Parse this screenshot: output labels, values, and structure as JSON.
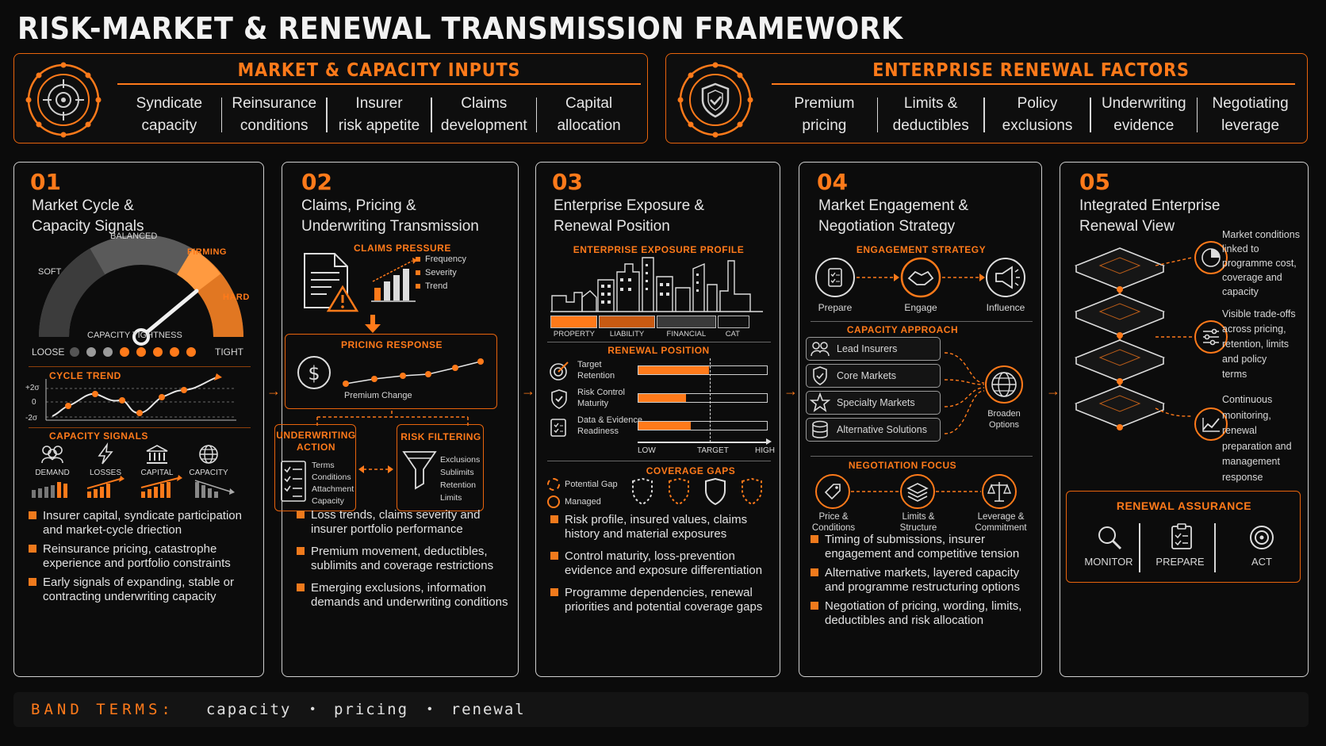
{
  "title": "RISK-MARKET & RENEWAL TRANSMISSION FRAMEWORK",
  "colors": {
    "accent": "#ff7a1a",
    "background": "#0b0b0b",
    "panel_border": "#cfcfcf"
  },
  "top_left": {
    "header": "MARKET & CAPACITY INPUTS",
    "icon": "target-icon",
    "items": [
      [
        "Syndicate",
        "capacity"
      ],
      [
        "Reinsurance",
        "conditions"
      ],
      [
        "Insurer",
        "risk appetite"
      ],
      [
        "Claims",
        "development"
      ],
      [
        "Capital",
        "allocation"
      ]
    ]
  },
  "top_right": {
    "header": "ENTERPRISE RENEWAL FACTORS",
    "icon": "shield-icon",
    "items": [
      [
        "Premium",
        "pricing"
      ],
      [
        "Limits &",
        "deductibles"
      ],
      [
        "Policy",
        "exclusions"
      ],
      [
        "Underwriting",
        "evidence"
      ],
      [
        "Negotiating",
        "leverage"
      ]
    ]
  },
  "panel1": {
    "num": "01",
    "title": [
      "Market Cycle &",
      "Capacity Signals"
    ],
    "gauge": {
      "soft": "SOFT",
      "balanced": "BALANCED",
      "firming": "FIRMING",
      "hard": "HARD",
      "caption": "CAPACITY TIGHTNESS",
      "loose": "LOOSE",
      "tight": "TIGHT",
      "dots_total": 8,
      "dots_active": 5
    },
    "cycle_trend": {
      "label": "CYCLE TREND",
      "y_top": "+2σ",
      "y_mid": "0",
      "y_bot": "-2σ"
    },
    "signals_label": "CAPACITY SIGNALS",
    "signals": [
      "DEMAND",
      "LOSSES",
      "CAPITAL",
      "CAPACITY"
    ],
    "bullets": [
      "Insurer capital, syndicate participation and market-cycle driection",
      "Reinsurance pricing, catastrophe experience and portfolio constraints",
      "Early signals of expanding, stable or contracting underwriting capacity"
    ]
  },
  "panel2": {
    "num": "02",
    "title": [
      "Claims, Pricing &",
      "Underwriting Transmission"
    ],
    "claims_label": "CLAIMS PRESSURE",
    "claims_legend": [
      "Frequency",
      "Severity",
      "Trend"
    ],
    "pricing_label": "PRICING RESPONSE",
    "pricing_caption": "Premium Change",
    "uw_label": [
      "UNDERWRITING",
      "ACTION"
    ],
    "uw_items": [
      "Terms",
      "Conditions",
      "Attachment",
      "Capacity"
    ],
    "rf_label": "RISK FILTERING",
    "rf_items": [
      "Exclusions",
      "Sublimits",
      "Retention",
      "Limits"
    ],
    "bullets": [
      "Loss trends, claims severity and insurer portfolio performance",
      "Premium movement, deductibles, sublimits and coverage restrictions",
      "Emerging exclusions, information demands and underwriting conditions"
    ]
  },
  "panel3": {
    "num": "03",
    "title": [
      "Enterprise Exposure &",
      "Renewal Position"
    ],
    "profile_label": "ENTERPRISE EXPOSURE PROFILE",
    "profile_bars": [
      "PROPERTY",
      "LIABILITY",
      "FINANCIAL",
      "CAT"
    ],
    "renewal_label": "RENEWAL POSITION",
    "renewal_rows": [
      {
        "label": [
          "Target",
          "Retention"
        ],
        "value": 0.55
      },
      {
        "label": [
          "Risk Control",
          "Maturity"
        ],
        "value": 0.37
      },
      {
        "label": [
          "Data & Evidence",
          "Readiness"
        ],
        "value": 0.41
      }
    ],
    "scale": [
      "LOW",
      "TARGET",
      "HIGH"
    ],
    "gaps_label": "COVERAGE GAPS",
    "gaps_legend": [
      "Potential Gap",
      "Managed"
    ],
    "bullets": [
      "Risk profile, insured values, claims history and material exposures",
      "Control maturity, loss-prevention evidence and exposure differentiation",
      "Programme dependencies, renewal priorities and potential coverage gaps"
    ]
  },
  "panel4": {
    "num": "04",
    "title": [
      "Market Engagement &",
      "Negotiation Strategy"
    ],
    "engagement_label": "ENGAGEMENT STRATEGY",
    "engagement": [
      "Prepare",
      "Engage",
      "Influence"
    ],
    "capacity_label": "CAPACITY APPROACH",
    "capacity_items": [
      "Lead Insurers",
      "Core Markets",
      "Specialty Markets",
      "Alternative Solutions"
    ],
    "broaden": [
      "Broaden",
      "Options"
    ],
    "negotiation_label": "NEGOTIATION FOCUS",
    "negotiation": [
      [
        "Price &",
        "Conditions"
      ],
      [
        "Limits &",
        "Structure"
      ],
      [
        "Leverage &",
        "Commitment"
      ]
    ],
    "bullets": [
      "Timing of submissions, insurer engagement and competitive tension",
      "Alternative markets, layered capacity and programme restructuring options",
      "Negotiation of pricing, wording, limits, deductibles and risk allocation"
    ]
  },
  "panel5": {
    "num": "05",
    "title": [
      "Integrated Enterprise",
      "Renewal View"
    ],
    "notes": [
      [
        "Market conditions",
        "linked to",
        "programme cost,",
        "coverage and",
        "capacity"
      ],
      [
        "Visible trade-offs",
        "across pricing,",
        "retention, limits",
        "and policy",
        "terms"
      ],
      [
        "Continuous",
        "monitoring,",
        "renewal",
        "preparation and",
        "management",
        "response"
      ]
    ],
    "assurance_label": "RENEWAL ASSURANCE",
    "assurance": [
      "MONITOR",
      "PREPARE",
      "ACT"
    ]
  },
  "band": {
    "label": "BAND TERMS:",
    "terms": [
      "capacity",
      "pricing",
      "renewal"
    ]
  }
}
